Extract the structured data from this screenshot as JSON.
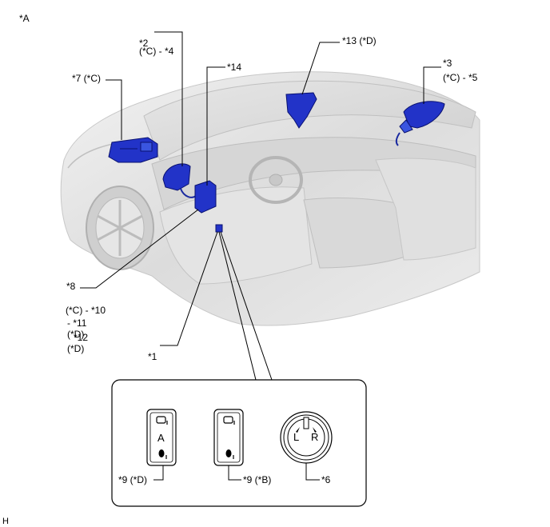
{
  "figure_tag": "*A",
  "corner_code": "H",
  "labels": {
    "l1": "*1",
    "l2a": "*2",
    "l2b": "(*C) - *4",
    "l3a": "*3",
    "l3b": "(*C) - *5",
    "l6": "*6",
    "l7": "*7 (*C)",
    "l8": "*8",
    "l8a": "(*C) - *10",
    "l8b": "- *11",
    "l8c": "(*D)",
    "l8d": "*12",
    "l8e": "(*D)",
    "l9d": "*9 (*D)",
    "l9b": "*9 (*B)",
    "l13": "*13 (*D)",
    "l14": "*14"
  },
  "switch_text": {
    "a_letter": "A",
    "left": "L",
    "right": "R"
  }
}
